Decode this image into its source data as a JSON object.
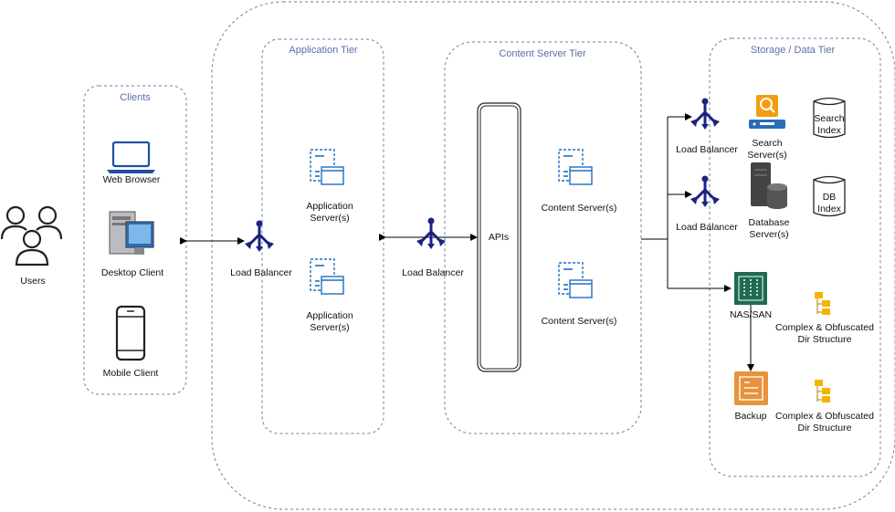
{
  "tiers": {
    "clients": "Clients",
    "application": "Application Tier",
    "content": "Content Server Tier",
    "storage": "Storage / Data Tier"
  },
  "nodes": {
    "users": "Users",
    "web_browser": "Web Browser",
    "desktop_client": "Desktop Client",
    "mobile_client": "Mobile Client",
    "lb_app": "Load Balancer",
    "app_server_1": [
      "Application",
      "Server(s)"
    ],
    "app_server_2": [
      "Application",
      "Server(s)"
    ],
    "lb_content": "Load Balancer",
    "apis": "APIs",
    "content_server_1": "Content Server(s)",
    "content_server_2": "Content Server(s)",
    "lb_search": "Load Balancer",
    "lb_db": "Load Balancer",
    "search_servers": [
      "Search",
      "Server(s)"
    ],
    "search_index": [
      "Search",
      "Index"
    ],
    "database_servers": [
      "Database",
      "Server(s)"
    ],
    "db_index": [
      "DB",
      "Index"
    ],
    "nas_san": "NAS/SAN",
    "dir_structure_1": [
      "Complex & Obfuscated",
      "Dir Structure"
    ],
    "backup": "Backup",
    "dir_structure_2": [
      "Complex & Obfuscated",
      "Dir Structure"
    ]
  },
  "colors": {
    "group_border": "#6b7fa8",
    "tier_label": "#5a6ea8",
    "icon_blue": "#1f4fa0",
    "load_balancer": "#1a237e",
    "search_orange": "#f39c12",
    "storage_green": "#1f6b4f",
    "backup_orange": "#e8923a",
    "folder_gold": "#f4b400",
    "server_gray": "#444444"
  }
}
